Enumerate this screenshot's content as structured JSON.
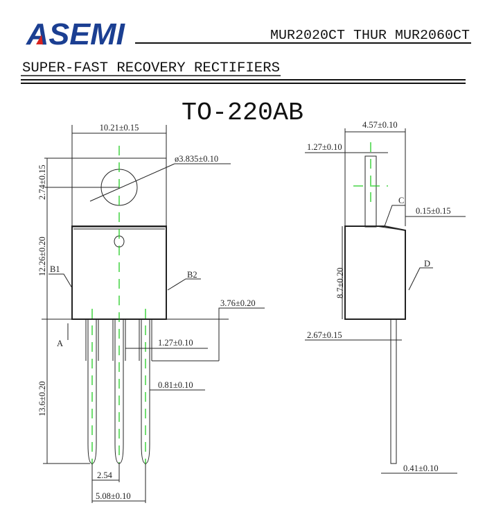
{
  "header": {
    "brand": "ASEMI",
    "part_range": "MUR2020CT THUR MUR2060CT",
    "subtitle": "SUPER-FAST RECOVERY RECTIFIERS"
  },
  "drawing": {
    "package": "TO-220AB",
    "front_view": {
      "width": "10.21±0.15",
      "hole_diameter": "ø3.835±0.10",
      "hole_offset": "2.74±0.15",
      "body_height": "12.26±0.20",
      "b1": "B1",
      "b2": "B2",
      "lead_step": "3.76±0.20",
      "a_label": "A",
      "lead_width_upper": "1.27±0.10",
      "lead_width_lower": "0.81±0.10",
      "lead_length": "13.6±0.20",
      "pitch": "2.54",
      "pitch_total": "5.08±0.10"
    },
    "side_view": {
      "thickness": "4.57±0.10",
      "tab_thickness": "1.27±0.10",
      "c_label": "C",
      "c_value": "0.15±0.15",
      "body_height": "8.7±0.20",
      "d_label": "D",
      "lead_offset": "2.67±0.15",
      "lead_thickness": "0.41±0.10"
    }
  },
  "colors": {
    "brand_blue": "#1b3f92",
    "brand_red": "#d8231f",
    "centerline": "#22cc22"
  }
}
